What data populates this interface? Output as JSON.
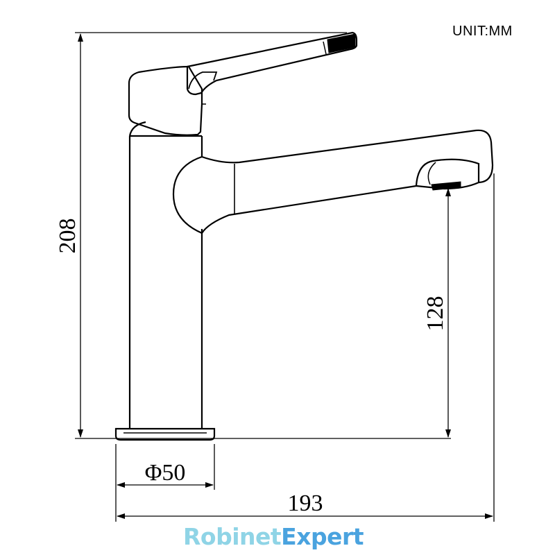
{
  "unit_label": "UNIT:MM",
  "dimensions": {
    "total_height": "208",
    "spout_height": "128",
    "base_diameter": "Φ50",
    "total_length": "193"
  },
  "brand": {
    "part1": "Robinet",
    "part2": "Expert",
    "color1": "#8fd4e6",
    "color2": "#4aa3df"
  },
  "colors": {
    "line": "#000000",
    "background": "#ffffff"
  }
}
